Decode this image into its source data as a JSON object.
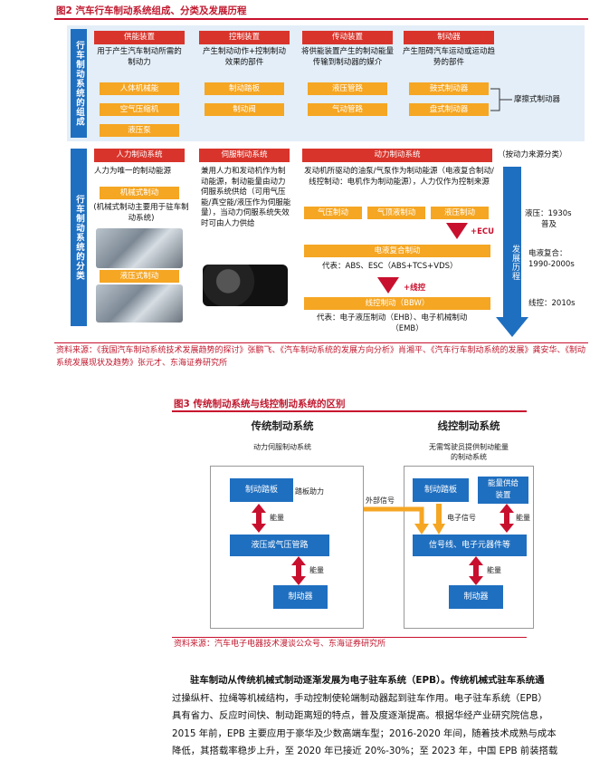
{
  "fig2": {
    "title": "图2  汽车行车制动系统组成、分类及发展历程",
    "composition_label": "行车制动系统的组成",
    "classification_label": "行车制动系统的分类",
    "columns": [
      {
        "header": "供能装置",
        "desc": "用于产生汽车制动所需的制动力",
        "items": [
          "人体机械能",
          "空气压缩机",
          "液压泵"
        ]
      },
      {
        "header": "控制装置",
        "desc": "产生制动动作+控制制动效果的部件",
        "items": [
          "制动踏板",
          "制动阀"
        ]
      },
      {
        "header": "传动装置",
        "desc": "将供能装置产生的制动能量传输到制动器的媒介",
        "items": [
          "液压管路",
          "气动管路"
        ]
      },
      {
        "header": "制动器",
        "desc": "产生阻碍汽车运动或运动趋势的部件",
        "items": [
          "鼓式制动器",
          "盘式制动器"
        ]
      }
    ],
    "friction_label": "摩擦式制动器",
    "manual": {
      "header": "人力制动系统",
      "desc": "人力为唯一的制动能源",
      "pill1": "机械式制动",
      "note": "(机械式制动主要用于驻车制动系统)",
      "pill2": "液压式制动"
    },
    "servo": {
      "header": "伺服制动系统",
      "desc": "兼用人力和发动机作为制动能源，制动能量由动力伺服系统供给（可用气压能/真空能/液压作为伺服能量），当动力伺服系统失效时可由人力供给"
    },
    "power": {
      "header": "动力制动系统",
      "note": "（按动力来源分类）",
      "desc": "发动机所驱动的油泵/气泵作为制动能源（电液复合制动/线控制动：电机作为制动能源），人力仅作为控制来源",
      "pills": [
        "气压制动",
        "气顶液制动",
        "液压制动"
      ],
      "plus_ecu": "+ECU",
      "combo": "电液复合制动",
      "combo_rep": "代表：ABS、ESC（ABS+TCS+VDS）",
      "plus_wire": "+线控",
      "bbw": "线控制动（BBW）",
      "bbw_rep1": "代表：电子液压制动（EHB）、电子机械制动",
      "bbw_rep2": "（EMB）"
    },
    "history": {
      "label": "发展历程",
      "stage1": "液压：1930s",
      "stage1b": "普及",
      "stage2": "电液复合：",
      "stage2b": "1990-2000s",
      "stage3": "线控：2010s"
    },
    "source": "资料来源：《我国汽车制动系统技术发展趋势的探讨》张鹏飞、《汽车制动系统的发展方向分析》肖湘平、《汽车行车制动系统的发展》龚安华、《制动系统发展现状及趋势》张元才、东海证券研究所"
  },
  "fig3": {
    "title": "图3  传统制动系统与线控制动系统的区别",
    "left": {
      "title": "传统制动系统",
      "subtitle": "动力伺服制动系统",
      "pedal": "制动踏板",
      "assist": "踏板助力",
      "energy1": "能量",
      "pipe": "液压或气压管路",
      "energy2": "能量",
      "brake": "制动器"
    },
    "right": {
      "title": "线控制动系统",
      "subtitle1": "无需驾驶员提供制动能量",
      "subtitle2": "的制动系统",
      "external": "外部信号",
      "pedal": "制动踏板",
      "supply1": "能量供给",
      "supply2": "装置",
      "signal": "电子信号",
      "energy1": "能量",
      "wire": "信号线、电子元器件等",
      "energy2": "能量",
      "brake": "制动器"
    },
    "source": "资料来源：汽车电子电器技术漫谈公众号、东海证券研究所"
  },
  "body_text": [
    "驻车制动从传统机械式制动逐渐发展为电子驻车系统（EPB）。传统机械式驻车系统通",
    "过操纵杆、拉绳等机械结构，手动控制使轮端制动器起到驻车作用。电子驻车系统（EPB）",
    "具有省力、反应时间快、制动距离短的特点，普及度逐渐提高。根据华经产业研究院信息，",
    "2015 年前，EPB 主要应用于豪华及少数高端车型；2016-2020 年间，随着技术成熟与成本",
    "降低，其搭载率稳步上升，至 2020 年已接近 20%-30%；至 2023 年，中国 EPB 前装搭载"
  ],
  "colors": {
    "red": "#c8102e",
    "blue": "#1f6fc0",
    "orange": "#f5a623",
    "header_red": "#d9342b",
    "light_blue": "#e3eef8"
  }
}
